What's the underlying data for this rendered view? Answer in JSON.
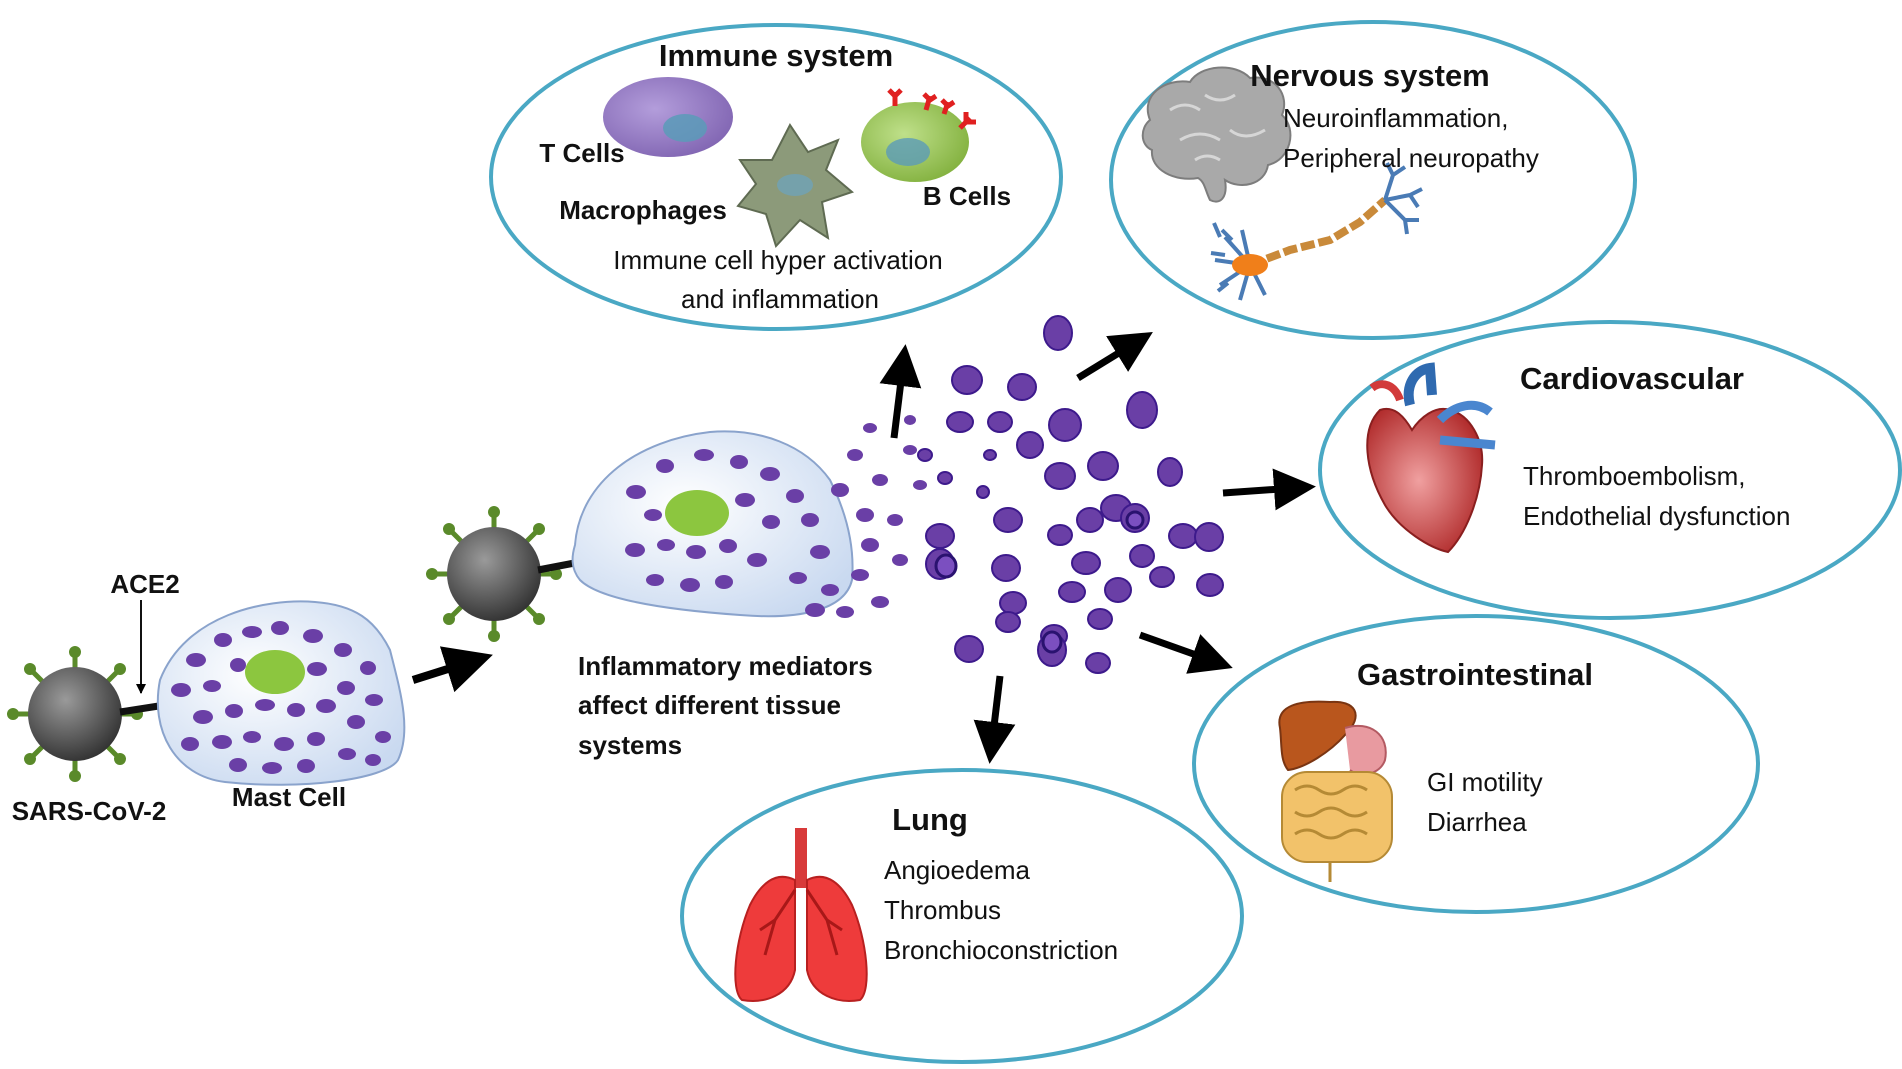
{
  "virus": {
    "label": "SARS-CoV-2",
    "receptor_label": "ACE2"
  },
  "mast_cell": {
    "label": "Mast Cell"
  },
  "mediators": {
    "lines": [
      "Inflammatory mediators",
      "affect different tissue",
      "systems"
    ]
  },
  "immune": {
    "title": "Immune system",
    "t_cells": "T Cells",
    "macrophages": "Macrophages",
    "b_cells": "B Cells",
    "lines": [
      "Immune  cell hyper activation",
      "and inflammation"
    ]
  },
  "nervous": {
    "title": "Nervous system",
    "lines": [
      "Neuroinflammation,",
      "Peripheral neuropathy"
    ]
  },
  "cardio": {
    "title": "Cardiovascular",
    "lines": [
      "Thromboembolism,",
      "Endothelial dysfunction"
    ]
  },
  "gastro": {
    "title": "Gastrointestinal",
    "lines": [
      "GI motility",
      "Diarrhea"
    ]
  },
  "lung": {
    "title": "Lung",
    "lines": [
      "Angioedema",
      "Thrombus",
      "Bronchioconstriction"
    ]
  },
  "colors": {
    "ellipse_stroke": "#4aa8c4",
    "granule": "#6a3fa6",
    "granule_dark": "#3d1a8c",
    "cell_fill": "#dde8f7",
    "nucleus": "#8cc63f",
    "virus": "#555555",
    "spike": "#5a8a2a"
  }
}
